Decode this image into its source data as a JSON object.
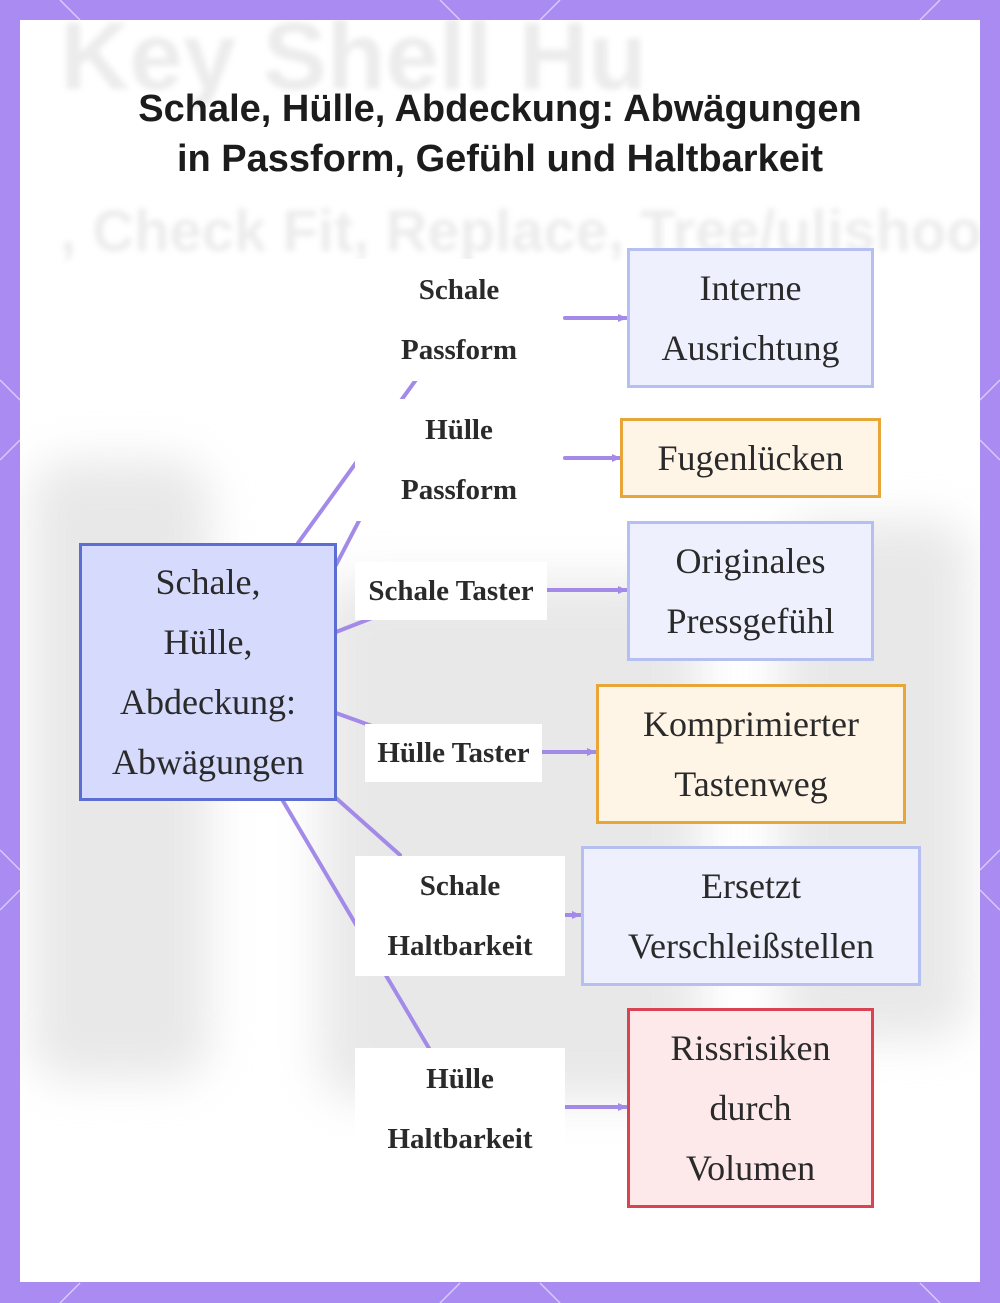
{
  "title": {
    "line1": "Schale, Hülle, Abdeckung: Abwägungen",
    "line2": "in Passform, Gefühl und Haltbarkeit"
  },
  "background_text": {
    "line1": "Key Shell Hu",
    "line2": ", Check Fit, Replace, Tree/ulishoo"
  },
  "root": {
    "label": "Schale,\nHülle,\nAbdeckung:\nAbwägungen"
  },
  "branches": [
    {
      "label": "Schale\nPassform",
      "result": "Interne\nAusrichtung",
      "tone": "neutral"
    },
    {
      "label": "Hülle\nPassform",
      "result": "Fugenlücken",
      "tone": "caution"
    },
    {
      "label": "Schale Taster",
      "result": "Originales\nPressgefühl",
      "tone": "neutral"
    },
    {
      "label": "Hülle Taster",
      "result": "Komprimierter\nTastenweg",
      "tone": "caution"
    },
    {
      "label": "Schale\nHaltbarkeit",
      "result": "Ersetzt\nVerschleißstellen",
      "tone": "neutral"
    },
    {
      "label": "Hülle\nHaltbarkeit",
      "result": "Rissrisiken\ndurch\nVolumen",
      "tone": "risk"
    }
  ],
  "colors": {
    "frame": "#a98bf2",
    "connector": "#a38ae8",
    "root_fill": "#d6dafc",
    "root_border": "#5c6fd0",
    "neutral_fill": "#eef1fd",
    "neutral_border": "#b5bff2",
    "caution_fill": "#fff5e6",
    "caution_border": "#e9a638",
    "risk_fill": "#fde8ea",
    "risk_border": "#d94452"
  }
}
